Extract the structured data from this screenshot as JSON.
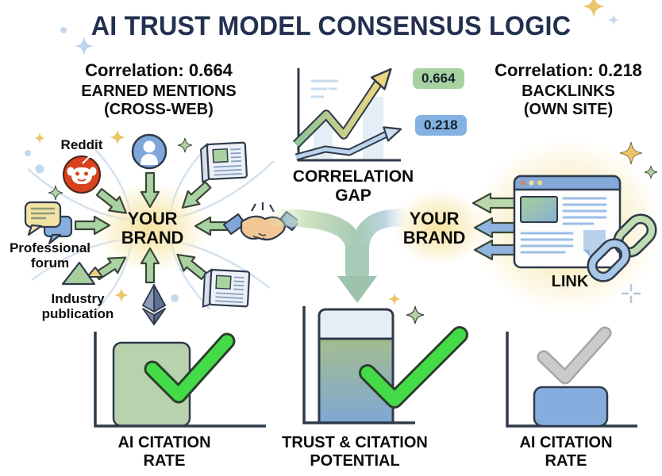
{
  "title": "AI TRUST MODEL CONSENSUS LOGIC",
  "left_panel": {
    "correlation": "Correlation: 0.664",
    "heading": "EARNED MENTIONS\n(CROSS-WEB)",
    "brand": "YOUR\nBRAND",
    "labels": {
      "reddit": "Reddit",
      "professional_forum": "Professional\nforum",
      "industry_publication": "Industry\npublication"
    }
  },
  "center_panel": {
    "gap_label": "CORRELATION\nGAP",
    "badge_high": "0.664",
    "badge_low": "0.218"
  },
  "right_panel": {
    "correlation": "Correlation: 0.218",
    "heading": "BACKLINKS\n(OWN SITE)",
    "brand": "YOUR\nBRAND",
    "link_label": "LINK"
  },
  "bottom_row": {
    "left_label": "AI CITATION\nRATE",
    "center_label": "TRUST & CITATION\nPOTENTIAL",
    "right_label": "AI CITATION\nRATE"
  },
  "colors": {
    "title_navy": "#243050",
    "arrow_green": "#a9d2a2",
    "arrow_blue": "#8fb4e0",
    "badge_green_bg": "#a5d2a0",
    "badge_blue_bg": "#83b2e2",
    "check_green": "#44db49",
    "check_gray": "#cbcbcb",
    "bar_green": "#b9d2ae",
    "bar_blue": "#85aede",
    "glow_gold": "#f7e7ad"
  },
  "chart_data": {
    "type": "line",
    "title": "CORRELATION GAP",
    "series": [
      {
        "name": "Earned mentions (cross-web)",
        "correlation": 0.664,
        "trend": "steep-rising-zigzag",
        "color": "green-yellow"
      },
      {
        "name": "Backlinks (own site)",
        "correlation": 0.218,
        "trend": "shallow-rising",
        "color": "blue"
      }
    ],
    "legend_position": "right-badges"
  }
}
